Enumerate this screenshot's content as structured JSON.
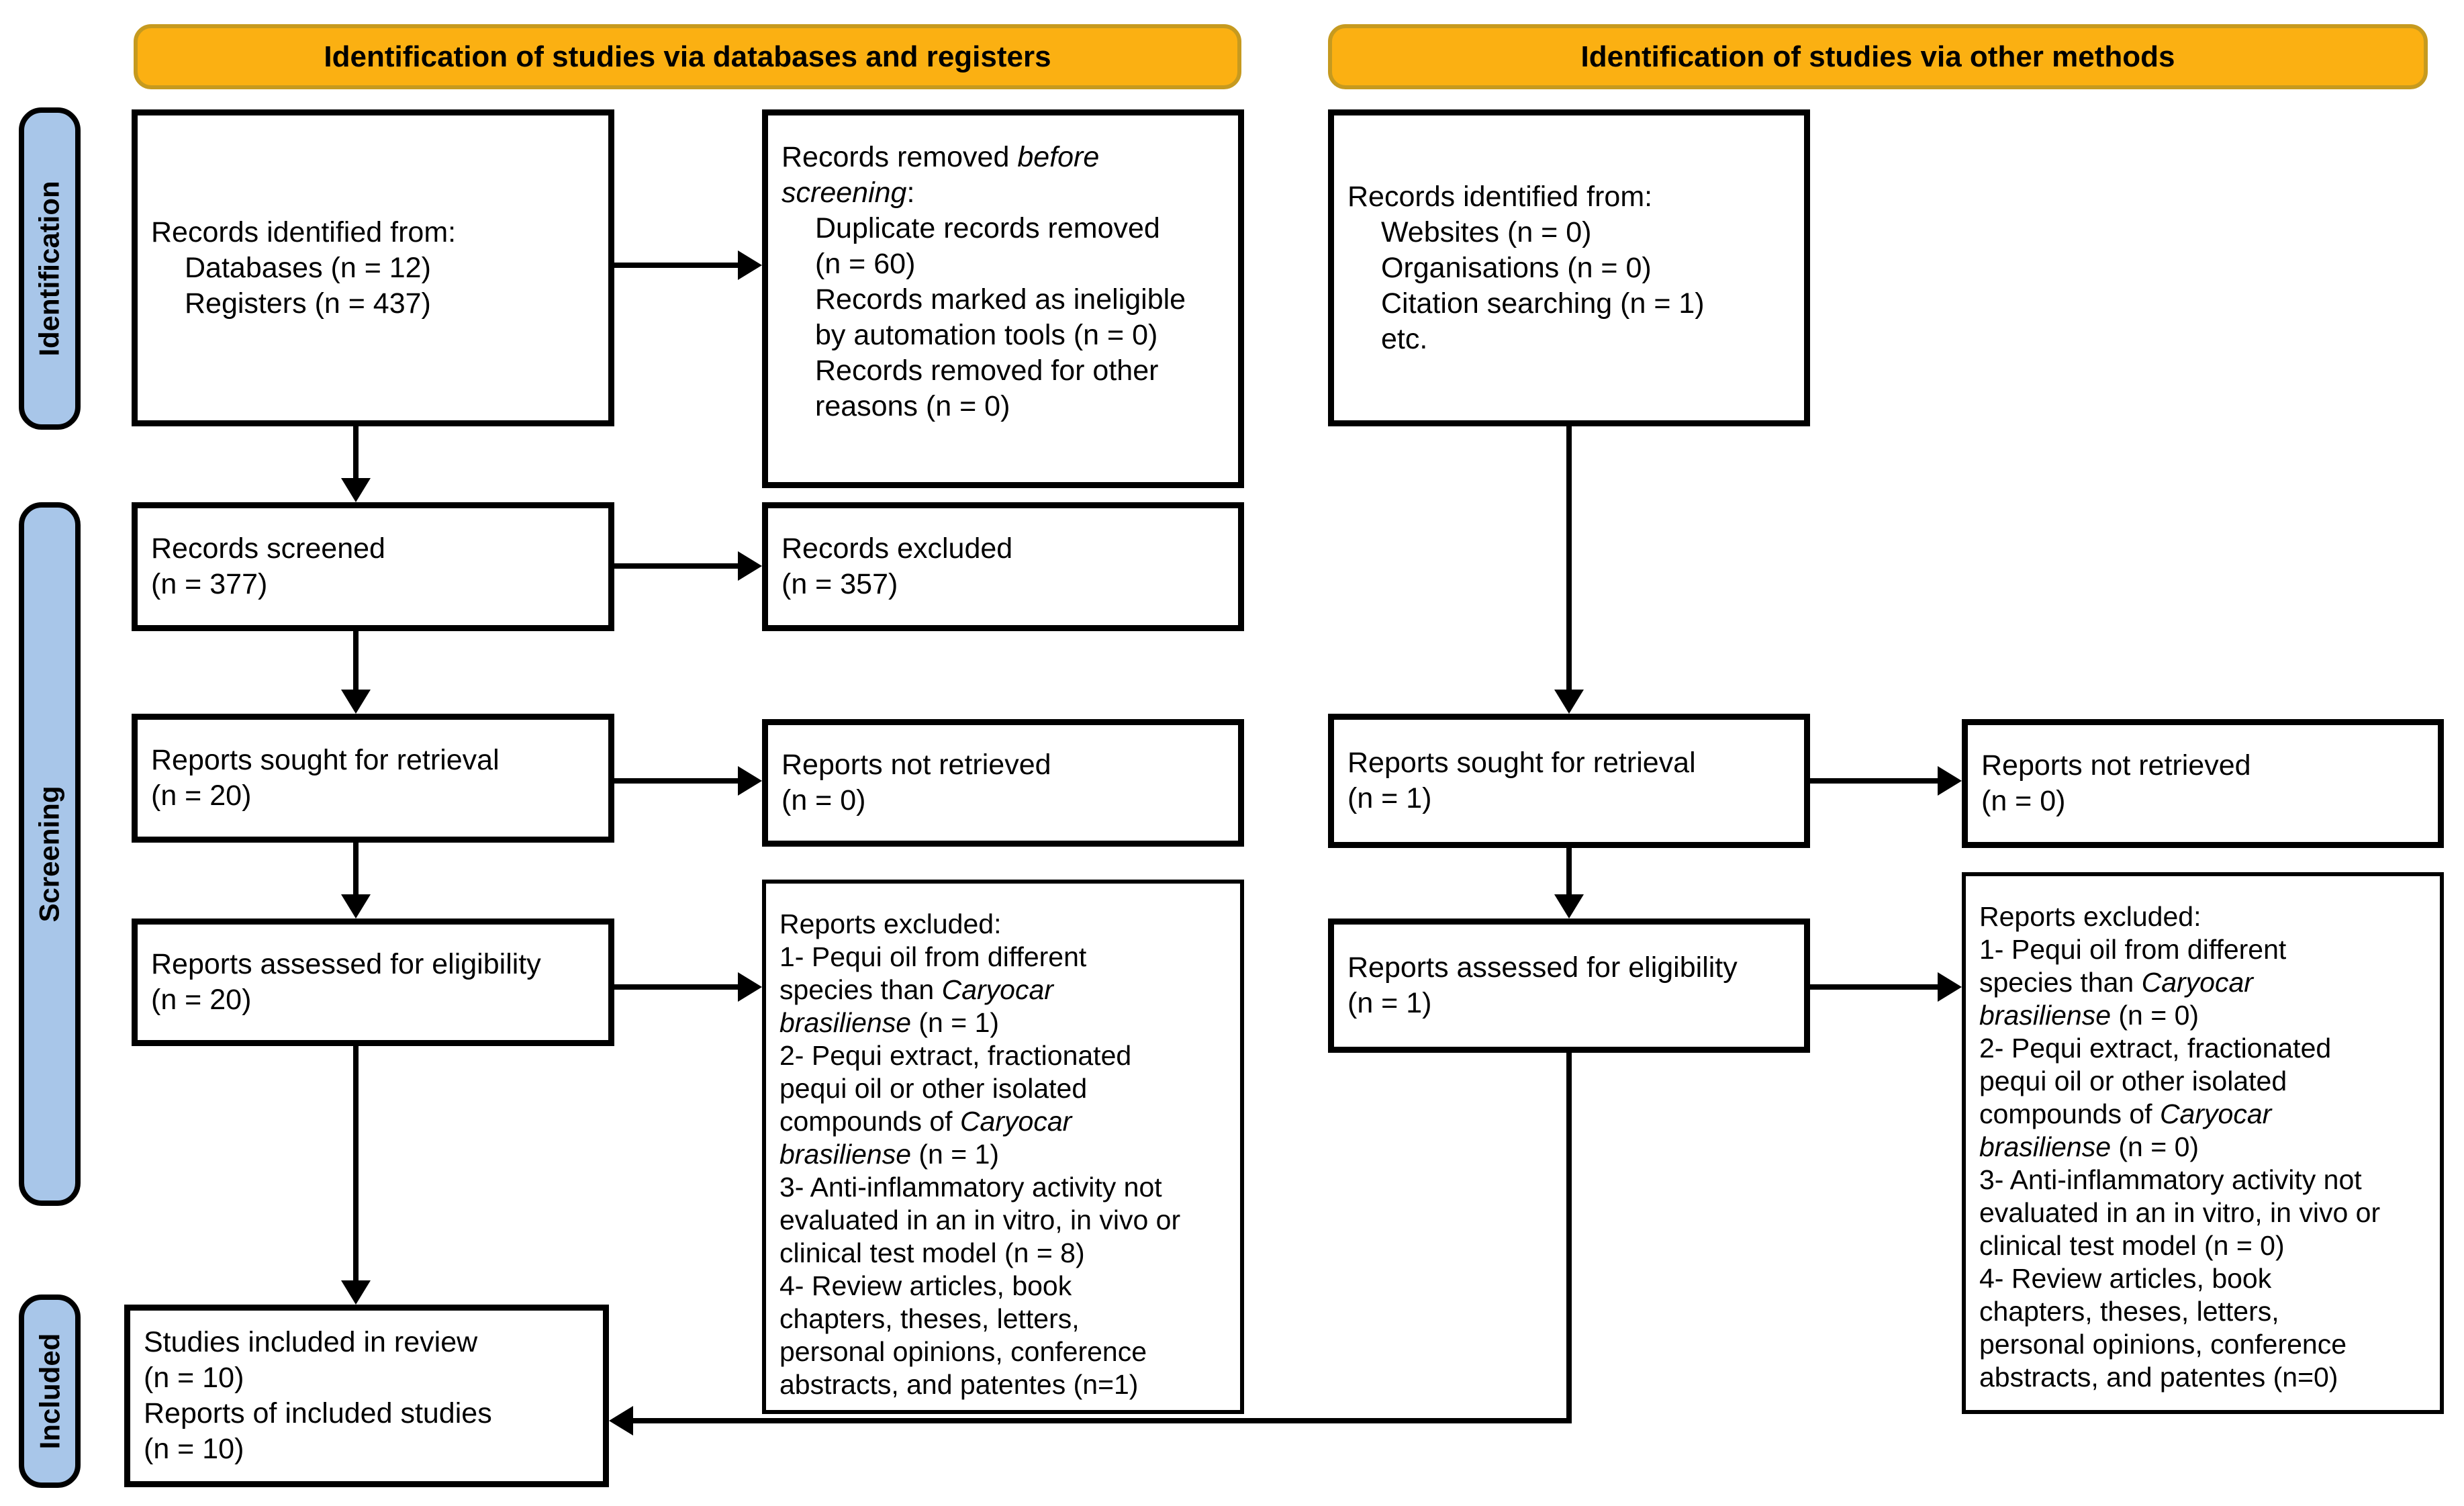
{
  "banners": {
    "left": "Identification of studies via databases and registers",
    "right": "Identification of studies via other methods"
  },
  "sidebars": {
    "identification": "Identification",
    "screening": "Screening",
    "included": "Included"
  },
  "colors": {
    "banner_fill": "#FBB012",
    "banner_border": "#C69A1F",
    "sidebar_fill": "#A8C6E9",
    "box_border": "#000000"
  },
  "boxes": {
    "identified_databases": {
      "lines": [
        "Records identified from:",
        "\tDatabases (n = 12)",
        "\tRegisters (n = 437)"
      ]
    },
    "removed_before_screening": {
      "lines": [
        "Records removed *before*",
        "*screening*:",
        "\tDuplicate records removed",
        "\t(n = 60)",
        "\tRecords marked as ineligible",
        "\tby automation tools (n = 0)",
        "\tRecords removed for other",
        "\treasons (n = 0)"
      ]
    },
    "identified_other": {
      "lines": [
        "Records identified from:",
        "\tWebsites (n = 0)",
        "\tOrganisations (n = 0)",
        "\tCitation searching (n = 1)",
        "\tetc."
      ]
    },
    "records_screened": {
      "lines": [
        "Records screened",
        "(n = 377)"
      ]
    },
    "records_excluded": {
      "lines": [
        "Records excluded",
        "(n = 357)"
      ]
    },
    "sought_databases": {
      "lines": [
        "Reports sought for retrieval",
        "(n = 20)"
      ]
    },
    "not_retrieved_databases": {
      "lines": [
        "Reports not retrieved",
        "(n = 0)"
      ]
    },
    "sought_other": {
      "lines": [
        "Reports sought for retrieval",
        "(n = 1)"
      ]
    },
    "not_retrieved_other": {
      "lines": [
        "Reports not retrieved",
        "(n = 0)"
      ]
    },
    "assessed_databases": {
      "lines": [
        "Reports assessed for eligibility",
        "(n = 20)"
      ]
    },
    "assessed_other": {
      "lines": [
        "Reports assessed for eligibility",
        "(n = 1)"
      ]
    },
    "excluded_databases": {
      "lines": [
        "Reports excluded:",
        "1- Pequi oil from different",
        "species than *Caryocar*",
        "*brasiliense* (n = 1)",
        "2- Pequi extract, fractionated",
        "pequi oil or other isolated",
        "compounds of *Caryocar*",
        "*brasiliense* (n = 1)",
        "3- Anti-inflammatory activity not",
        "evaluated in an in vitro, in vivo or",
        "clinical test model (n = 8)",
        "4- Review articles, book",
        "chapters, theses, letters,",
        "personal opinions, conference",
        "abstracts, and patentes (n=1)"
      ]
    },
    "excluded_other": {
      "lines": [
        "Reports excluded:",
        "1- Pequi oil from different",
        "species than *Caryocar*",
        "*brasiliense* (n = 0)",
        "2- Pequi extract, fractionated",
        "pequi oil or other isolated",
        "compounds of *Caryocar*",
        "*brasiliense* (n = 0)",
        "3- Anti-inflammatory activity not",
        "evaluated in an in vitro, in vivo or",
        "clinical test model (n = 0)",
        "4- Review articles, book",
        "chapters, theses, letters,",
        "personal opinions, conference",
        "abstracts, and patentes (n=0)"
      ]
    },
    "included_studies": {
      "lines": [
        "Studies included in review",
        "(n = 10)",
        "Reports of included studies",
        "(n = 10)"
      ]
    }
  }
}
